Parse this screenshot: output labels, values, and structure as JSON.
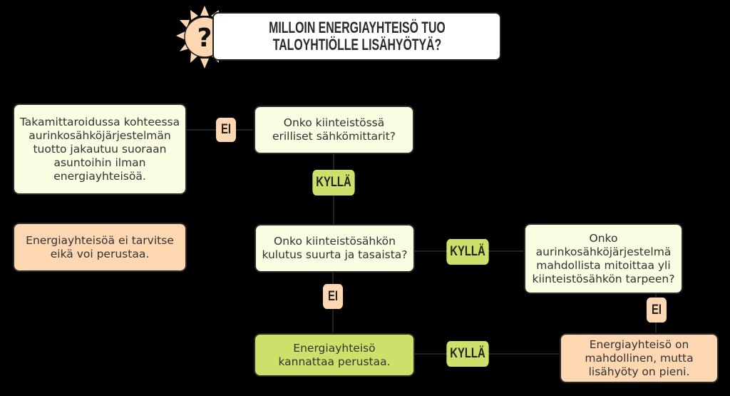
{
  "header": {
    "title": "MILLOIN ENERGIAYHTEISÖ TUO\nTALOYHTIÖLLE LISÄHYÖTYÄ?",
    "icon": "sun-question-icon"
  },
  "nodes": {
    "outcome_backmetered": {
      "text": "Takamittaroidussa kohteessa\naurinkosähköjärjestelmän\ntuotto jakautuu suoraan\nasuntoihin ilman\nenergiayhteisöä.",
      "type": "outcome"
    },
    "q_separate_meters": {
      "text": "Onko kiinteistössä\nerilliset sähkömittarit?",
      "type": "question"
    },
    "outcome_not_needed": {
      "text": "Energiayhteisöä ei tarvitse\neikä voi perustaa.",
      "type": "outcome-negative"
    },
    "q_consumption": {
      "text": "Onko kiinteistösähkön\nkulutus suurta ja tasaista?",
      "type": "question"
    },
    "q_oversize": {
      "text": "Onko\naurinkosähköjärjestelmä\nmahdollista mitoittaa yli\nkiinteistösähkön tarpeen?",
      "type": "question"
    },
    "outcome_worth_it": {
      "text": "Energiayhteisö\nkannattaa perustaa.",
      "type": "outcome-positive"
    },
    "outcome_small_benefit": {
      "text": "Energiayhteisö on\nmahdollinen, mutta\nlisähyöty on pieni.",
      "type": "outcome-negative"
    }
  },
  "edges": {
    "q1_no": "EI",
    "q1_yes": "KYLLÄ",
    "q2_yes": "KYLLÄ",
    "q2_no": "EI",
    "q3_no": "EI",
    "q3_yes": "KYLLÄ"
  },
  "colors": {
    "background": "#000000",
    "question_fill": "#FAFDE2",
    "negative_fill": "#FDD6B2",
    "positive_fill": "#CDE06A",
    "title_fill": "#FFFFFF",
    "sun_fill": "#FDD6B2"
  }
}
